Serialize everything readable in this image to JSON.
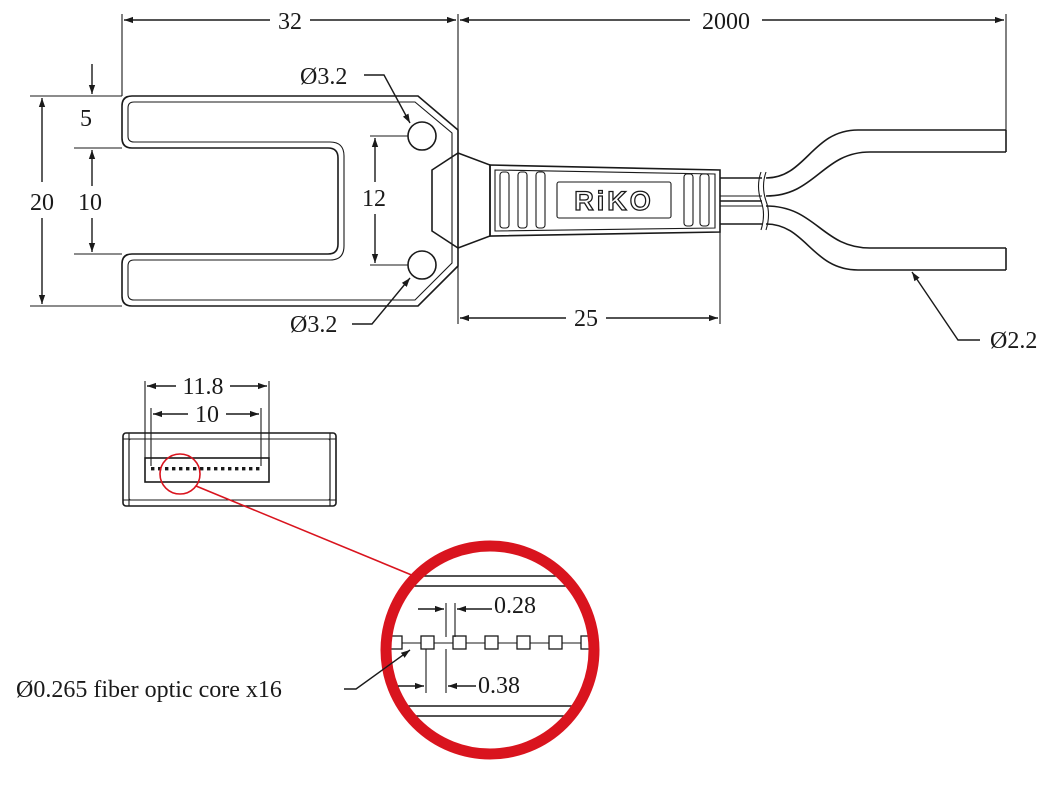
{
  "drawing": {
    "brand": "RiKO",
    "dimensions": {
      "width_32": "32",
      "cable_length": "2000",
      "hole_top": "Ø3.2",
      "hole_bottom": "Ø3.2",
      "edge_5": "5",
      "overall_20": "20",
      "slot_10": "10",
      "hole_pitch_12": "12",
      "sleeve_25": "25",
      "cable_dia": "Ø2.2",
      "outer_11_8": "11.8",
      "inner_10": "10",
      "pitch_028": "0.28",
      "pitch_038": "0.38",
      "core_note": "Ø0.265 fiber optic core x16"
    },
    "colors": {
      "line": "#1a1a1a",
      "highlight": "#d9141e"
    }
  }
}
